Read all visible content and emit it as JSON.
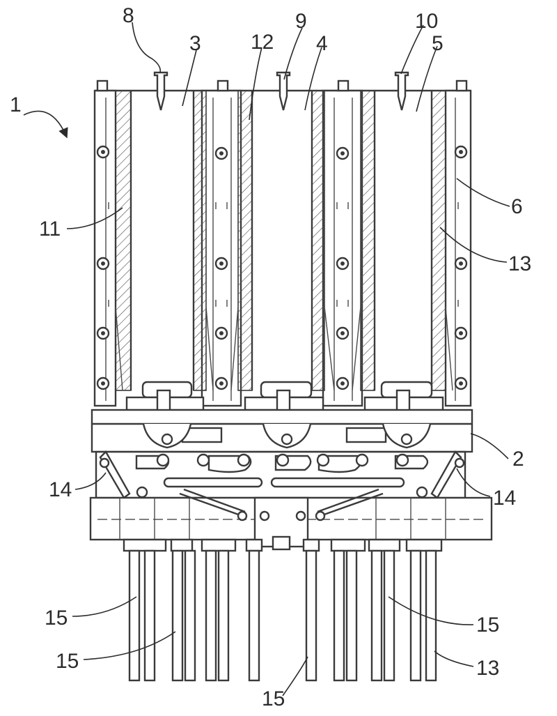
{
  "figure": {
    "reference_numerals": {
      "assembly": "1",
      "base_frame": "2",
      "compartment_a": "3",
      "compartment_b": "4",
      "compartment_c": "5",
      "side_frame": "6",
      "probe_a": "8",
      "probe_b": "9",
      "probe_c": "10",
      "wall_left": "11",
      "wall_middle": "12",
      "wall_right": "13",
      "lever_left": "14",
      "lever_right": "14",
      "tube_1": "15",
      "tube_2": "15",
      "tube_3": "15",
      "tube_4": "15",
      "tube_right": "13"
    }
  }
}
